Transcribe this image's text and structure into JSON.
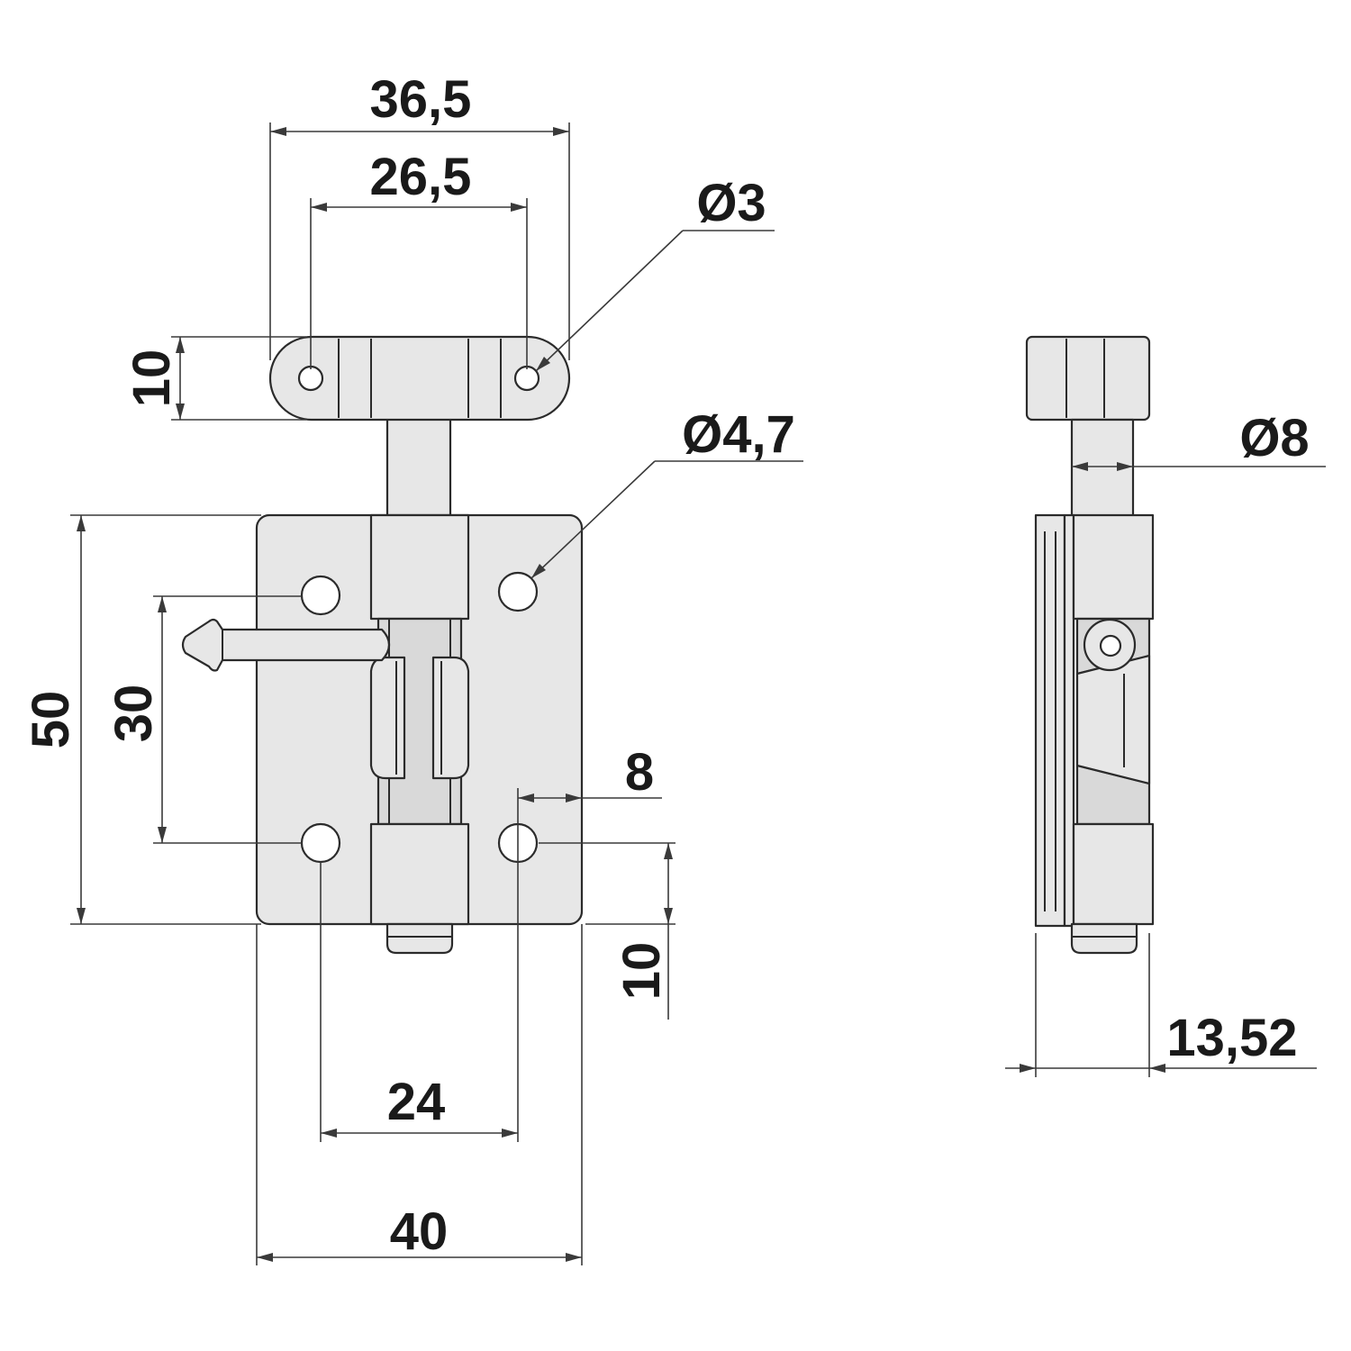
{
  "drawing": {
    "title": "",
    "views": [
      "front-view",
      "side-view"
    ]
  },
  "dimensions": {
    "handle_outer_width": "36,5",
    "handle_hole_spacing": "26,5",
    "handle_hole_diameter": "Ø3",
    "handle_height": "10",
    "plate_hole_diameter": "Ø4,7",
    "plate_height": "50",
    "hole_vertical_spacing": "30",
    "hole_edge_offset": "8",
    "hole_bottom_offset": "10",
    "hole_horizontal_spacing": "24",
    "plate_width": "40",
    "bolt_diameter": "Ø8",
    "side_depth": "13,52"
  },
  "colors": {
    "part_fill": "#e7e7e7",
    "outline": "#2b2b2b",
    "dimension_line": "#3a3a3a",
    "background": "#ffffff"
  }
}
